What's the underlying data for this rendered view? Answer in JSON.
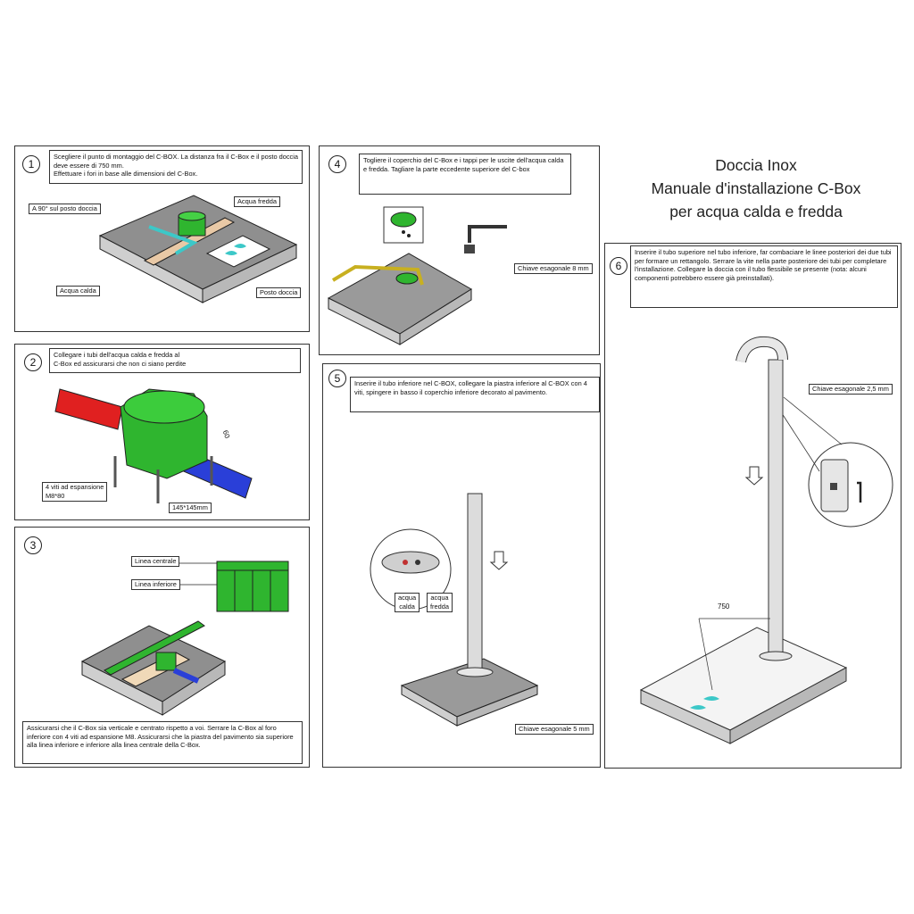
{
  "title": {
    "line1": "Doccia Inox",
    "line2": "Manuale d'installazione C-Box",
    "line3": "per acqua calda e fredda"
  },
  "steps": [
    {
      "num": "1",
      "text": "Scegliere il punto di montaggio del C-BOX. La distanza fra il C-Box e il posto doccia deve essere di 750 mm.\nEffettuare i fori in base alle dimensioni del C-Box.",
      "labels": {
        "cold": "Acqua fredda",
        "angle": "A 90° sul posto doccia",
        "hot": "Acqua calda",
        "shower": "Posto doccia"
      }
    },
    {
      "num": "2",
      "text": "Collegare i tubi dell'acqua calda e fredda al\nC-Box ed assicurarsi che non ci siano perdite",
      "labels": {
        "screws": "4 viti ad espansione\nM8*80",
        "size": "145*145mm",
        "dim": "60"
      }
    },
    {
      "num": "3",
      "text": "Assicurarsi che il C-Box sia verticale e centrato rispetto a voi. Serrare la C-Box al foro inferiore con 4 viti ad espansione M8. Assicurarsi che la piastra del pavimento sia superiore alla linea inferiore e inferiore alla linea centrale della C-Box.",
      "labels": {
        "center": "Linea centrale",
        "lower": "Linea inferiore"
      }
    },
    {
      "num": "4",
      "text": "Togliere il coperchio del C-Box e i tappi per le uscite dell'acqua calda e fredda. Tagliare la parte eccedente superiore del C-box",
      "labels": {
        "key": "Chiave esagonale 8 mm"
      }
    },
    {
      "num": "5",
      "text": "Inserire il tubo inferiore nel C-BOX, collegare la piastra inferiore al C-BOX con 4 viti, spingere in basso il coperchio inferiore decorato al pavimento.",
      "labels": {
        "hot": "acqua\ncalda",
        "cold": "acqua\nfredda",
        "key": "Chiave esagonale 5 mm"
      }
    },
    {
      "num": "6",
      "text": "Inserire il tubo superiore nel tubo inferiore, far combaciare le linee posteriori dei due tubi per formare un rettangolo. Serrare la vite nella parte posteriore dei tubi per completare l'installazione. Collegare la doccia con il tubo flessibile se presente (nota: alcuni componenti potrebbero essere già preinstallati).",
      "labels": {
        "key": "Chiave esagonale 2,5 mm",
        "dist": "750"
      }
    }
  ],
  "colors": {
    "green": "#2fb52f",
    "red": "#e02020",
    "blue": "#2a3fd8",
    "cyan": "#3cc8c8",
    "tile": "#9a9a9a"
  }
}
